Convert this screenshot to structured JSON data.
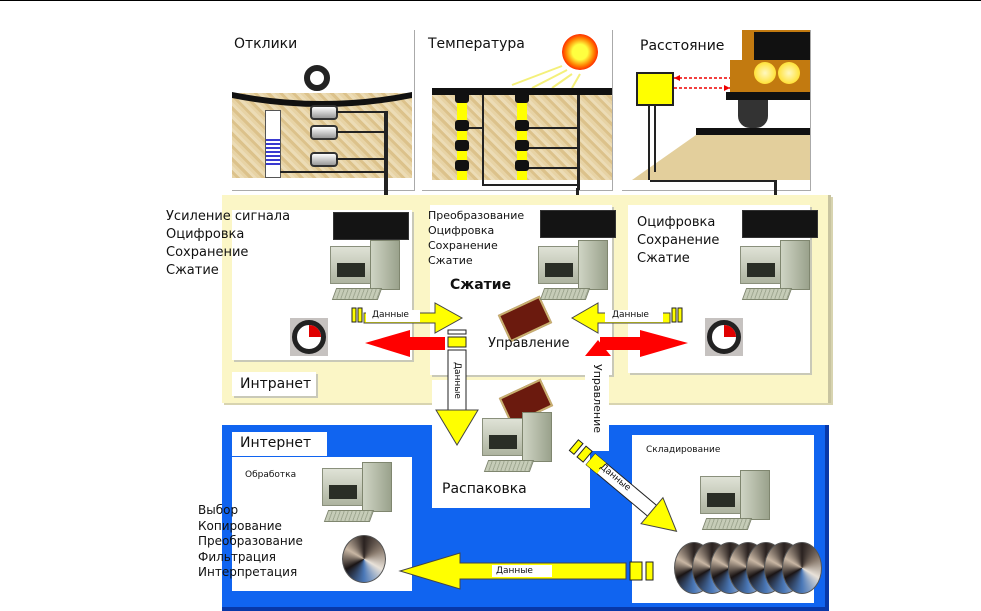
{
  "sensors": {
    "responses": {
      "title": "Отклики"
    },
    "temperature": {
      "title": "Температура"
    },
    "distance": {
      "title": "Расстояние"
    }
  },
  "intranet": {
    "label": "Интранет",
    "left_node": {
      "tasks": [
        "Усиление сигнала",
        "Оцифровка",
        "Сохранение",
        "Сжатие"
      ]
    },
    "center_node": {
      "tasks": [
        "Преобразование",
        "Оцифровка",
        "Сохранение",
        "Сжатие"
      ],
      "compression_label": "Сжатие"
    },
    "right_node": {
      "tasks": [
        "Оцифровка",
        "Сохранение",
        "Сжатие"
      ]
    },
    "arrows": {
      "data_left": "Данные",
      "data_right": "Данные",
      "control": "Управление"
    }
  },
  "gateway": {
    "label": "Распаковка",
    "arrow_data_down": "Данные",
    "arrow_control_up": "Управление",
    "arrow_data_diag": "Данные"
  },
  "internet": {
    "label": "Интернет",
    "processing": {
      "title": "Обработка",
      "tasks": [
        "Выбор",
        "Копирование",
        "Преобразование",
        "Фильтрация",
        "Интерпретация"
      ]
    },
    "storage": {
      "title": "Складирование"
    },
    "arrow_data_back": "Данные"
  },
  "colors": {
    "intranet_bg": "#fbf6c6",
    "internet_bg": "#1064f0",
    "data_arrow": "#ffff00",
    "control_arrow": "#ff0000"
  }
}
